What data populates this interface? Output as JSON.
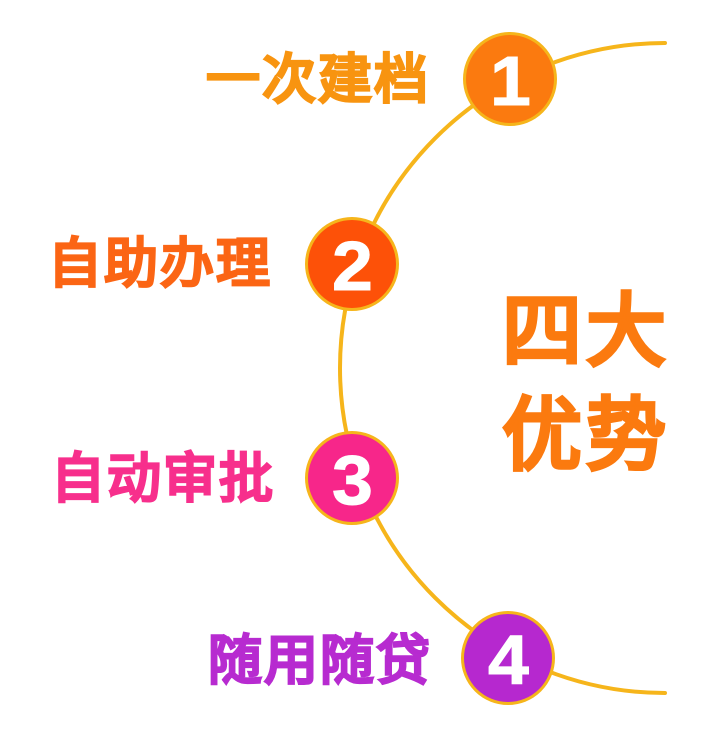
{
  "diagram": {
    "title": {
      "line1": "四大",
      "line2": "优势",
      "color": "#fb7a0f"
    },
    "arc": {
      "color": "#f6b51b",
      "stroke_width": 4
    },
    "steps": [
      {
        "number": "1",
        "label": "一次建档",
        "label_color": "#f89410",
        "circle_color": "#fb7a0f"
      },
      {
        "number": "2",
        "label": "自助办理",
        "label_color": "#fb6514",
        "circle_color": "#fd5108"
      },
      {
        "number": "3",
        "label": "自动审批",
        "label_color": "#f72f8c",
        "circle_color": "#f7268a"
      },
      {
        "number": "4",
        "label": "随用随贷",
        "label_color": "#b72bd0",
        "circle_color": "#b628cf"
      }
    ]
  }
}
